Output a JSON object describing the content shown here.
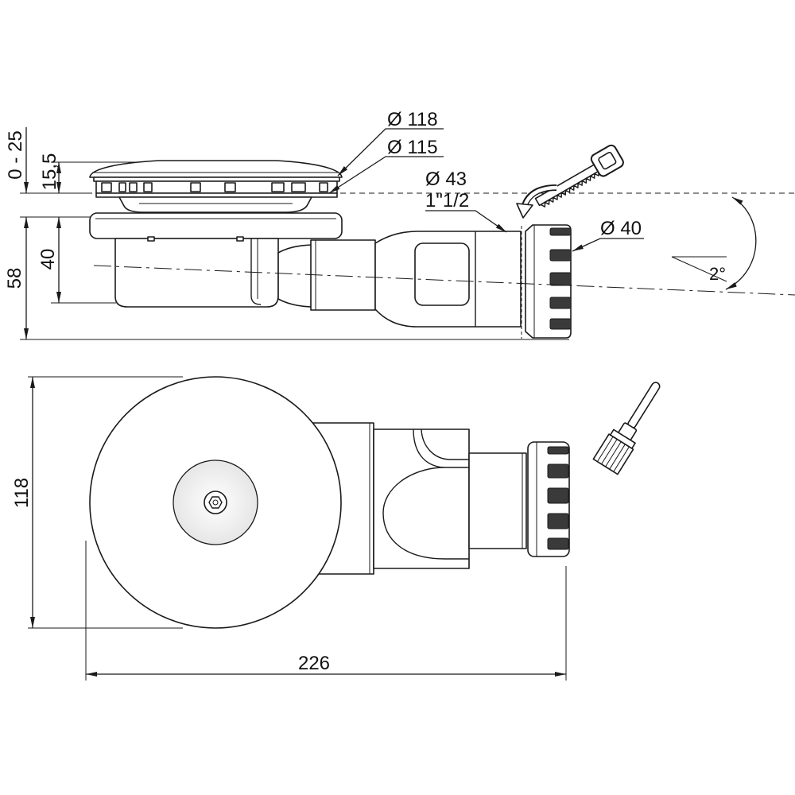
{
  "drawing": {
    "side_view": {
      "height_adjustment": "0 - 25",
      "grate_height": "15,5",
      "body_depth": "40",
      "total_height": "58",
      "grate_diameter": "Ø 118",
      "cap_diameter": "Ø 115",
      "outlet_diameter": "Ø 43",
      "outlet_thread": "1\"1/2",
      "pipe_diameter": "Ø 40",
      "slope": "2°"
    },
    "plan_view": {
      "width": "118",
      "length": "226"
    }
  },
  "icons": [
    "hacksaw-icon",
    "curved-arrow-icon",
    "brush-icon"
  ],
  "colors": {
    "line": "#1a1a1a",
    "background": "#ffffff",
    "dark_part": "#3a3a3a"
  }
}
